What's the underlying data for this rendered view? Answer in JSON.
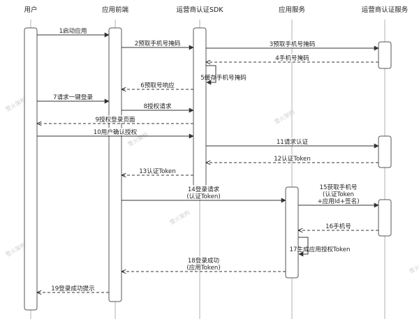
{
  "participants": [
    {
      "id": "user",
      "label": "用户"
    },
    {
      "id": "frontend",
      "label": "应用前端"
    },
    {
      "id": "sdk",
      "label": "运营商认证SDK"
    },
    {
      "id": "server",
      "label": "应用服务"
    },
    {
      "id": "carrier",
      "label": "运营商认证服务"
    }
  ],
  "watermark": "雪火架构",
  "messages": [
    {
      "n": 1,
      "from": "user",
      "to": "frontend",
      "style": "solid",
      "label": [
        "1启动应用"
      ]
    },
    {
      "n": 2,
      "from": "frontend",
      "to": "sdk",
      "style": "solid",
      "label": [
        "2预取手机号掩码"
      ]
    },
    {
      "n": 3,
      "from": "sdk",
      "to": "carrier",
      "style": "solid",
      "label": [
        "3预取手机号掩码"
      ]
    },
    {
      "n": 4,
      "from": "carrier",
      "to": "sdk",
      "style": "dashed",
      "label": [
        "4手机号掩码"
      ]
    },
    {
      "n": 5,
      "from": "sdk",
      "to": "sdk",
      "style": "self",
      "label": [
        "5缓存手机号掩码"
      ]
    },
    {
      "n": 6,
      "from": "sdk",
      "to": "frontend",
      "style": "dashed",
      "label": [
        "6预取号响应"
      ]
    },
    {
      "n": 7,
      "from": "user",
      "to": "frontend",
      "style": "solid",
      "label": [
        "7请求一键登录"
      ]
    },
    {
      "n": 8,
      "from": "frontend",
      "to": "sdk",
      "style": "solid",
      "label": [
        "8授权请求"
      ]
    },
    {
      "n": 9,
      "from": "sdk",
      "to": "user",
      "style": "dashed",
      "label": [
        "9授权登录页面"
      ]
    },
    {
      "n": 10,
      "from": "user",
      "to": "sdk",
      "style": "solid",
      "label": [
        "10用户确认授权"
      ]
    },
    {
      "n": 11,
      "from": "sdk",
      "to": "carrier",
      "style": "solid",
      "label": [
        "11请求认证"
      ]
    },
    {
      "n": 12,
      "from": "carrier",
      "to": "sdk",
      "style": "dashed",
      "label": [
        "12认证Token"
      ]
    },
    {
      "n": 13,
      "from": "sdk",
      "to": "frontend",
      "style": "dashed",
      "label": [
        "13认证Token"
      ]
    },
    {
      "n": 14,
      "from": "frontend",
      "to": "server",
      "style": "solid",
      "label": [
        "14登录请求",
        "(认证Token)"
      ]
    },
    {
      "n": 15,
      "from": "server",
      "to": "carrier",
      "style": "solid",
      "label": [
        "15获取手机号",
        "(认证Token",
        "+应用Id+签名)"
      ]
    },
    {
      "n": 16,
      "from": "carrier",
      "to": "server",
      "style": "dashed",
      "label": [
        "16手机号"
      ]
    },
    {
      "n": 17,
      "from": "server",
      "to": "server",
      "style": "self",
      "label": [
        "17生成应用授权Token"
      ]
    },
    {
      "n": 18,
      "from": "server",
      "to": "frontend",
      "style": "dashed",
      "label": [
        "18登录成功",
        "(应用Token)"
      ]
    },
    {
      "n": 19,
      "from": "frontend",
      "to": "user",
      "style": "dashed",
      "label": [
        "19登录成功提示"
      ]
    }
  ]
}
